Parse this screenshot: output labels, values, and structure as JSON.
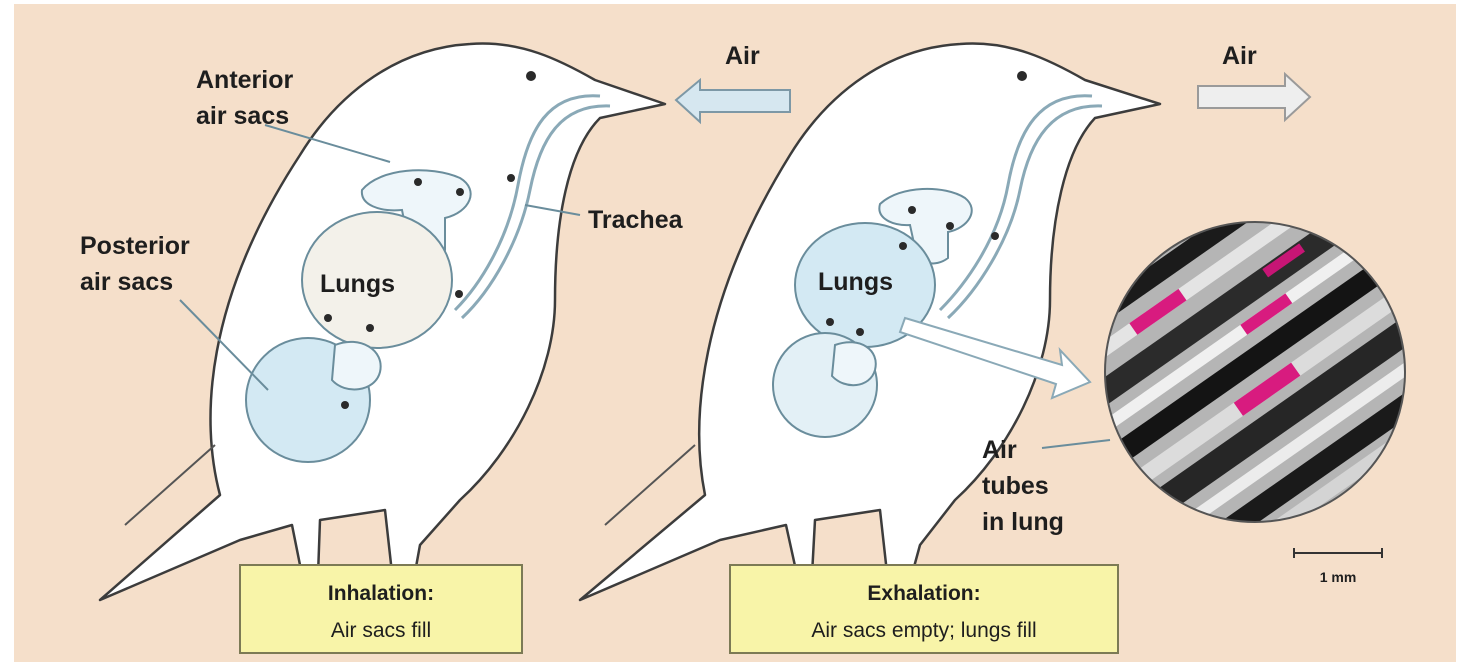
{
  "inhalation_panel": {
    "air_label": "Air",
    "anterior_sacs_label": [
      "Anterior",
      "air sacs"
    ],
    "posterior_sacs_label": [
      "Posterior",
      "air sacs"
    ],
    "trachea_label": "Trachea",
    "lungs_label": "Lungs",
    "caption_title": "Inhalation:",
    "caption_body": "Air sacs fill"
  },
  "exhalation_panel": {
    "air_label": "Air",
    "lungs_label": "Lungs",
    "caption_title": "Exhalation:",
    "caption_body": "Air sacs empty; lungs fill"
  },
  "micrograph": {
    "label": [
      "Air",
      "tubes",
      "in lung"
    ],
    "scale_bar": "1 mm"
  },
  "colors": {
    "background": "#f5dfca",
    "air_sac": "#d3e9f3",
    "caption_box": "#f8f4a8",
    "micrograph_highlight": "#d81b7f"
  }
}
